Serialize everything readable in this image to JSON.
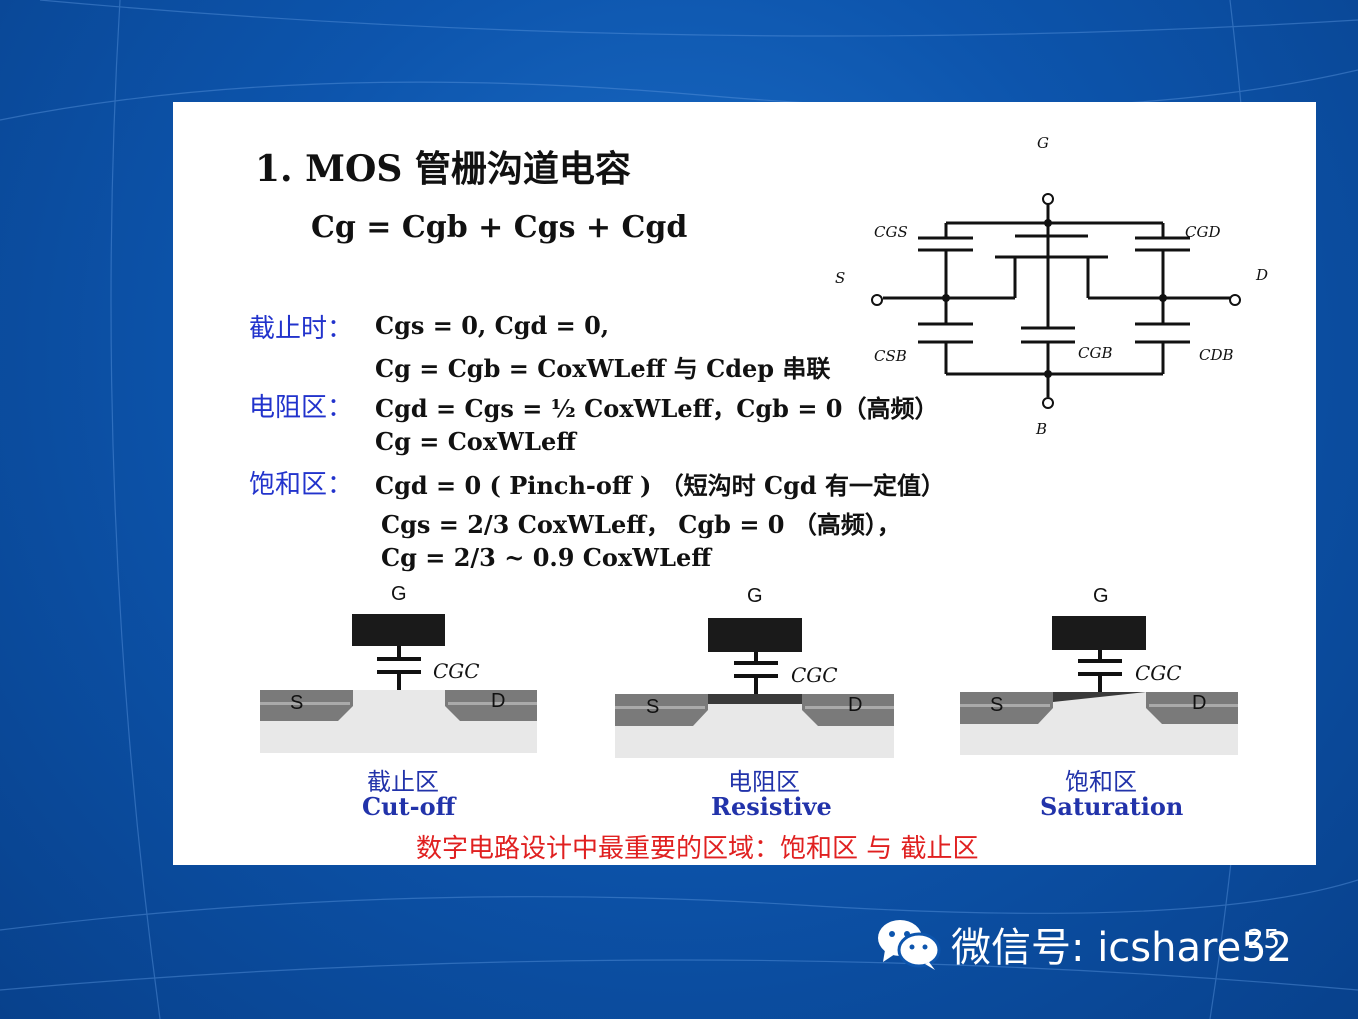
{
  "slide": {
    "title": "1. MOS 管栅沟道电容",
    "equation": "Cg = Cgb + Cgs + Cgd",
    "sections": [
      {
        "label": "截止时：",
        "lines": [
          "Cgs = 0,  Cgd = 0,",
          "Cg = Cgb =  CoxWLeff  与 Cdep 串联"
        ]
      },
      {
        "label": "电阻区：",
        "lines": [
          "Cgd = Cgs = ½ CoxWLeff，Cgb = 0（高频）",
          "Cg = CoxWLeff"
        ]
      },
      {
        "label": "饱和区：",
        "lines": [
          "Cgd = 0 ( Pinch-off ) （短沟时 Cgd 有一定值）",
          "Cgs = 2/3 CoxWLeff， Cgb = 0 （高频），",
          "Cg = 2/3 ~ 0.9 CoxWLeff"
        ]
      }
    ],
    "circuit": {
      "G": "G",
      "S": "S",
      "D": "D",
      "B": "B",
      "cgs": "CGS",
      "cgd": "CGD",
      "csb": "CSB",
      "cgb": "CGB",
      "cdb": "CDB"
    },
    "regions": [
      {
        "gate": "G",
        "cap": "CGC",
        "s": "S",
        "d": "D",
        "cn": "截止区",
        "en": "Cut-off"
      },
      {
        "gate": "G",
        "cap": "CGC",
        "s": "S",
        "d": "D",
        "cn": "电阻区",
        "en": "Resistive"
      },
      {
        "gate": "G",
        "cap": "CGC",
        "s": "S",
        "d": "D",
        "cn": "饱和区",
        "en": "Saturation"
      }
    ],
    "note": "数字电路设计中最重要的区域：饱和区 与 截止区"
  },
  "watermark": {
    "text": "微信号: icshare52",
    "icon": "wechat-icon"
  },
  "slide_number": "25"
}
